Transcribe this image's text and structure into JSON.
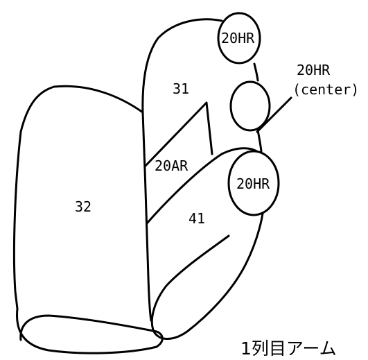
{
  "diagram": {
    "labels": {
      "part_31": "31",
      "part_32": "32",
      "part_41": "41",
      "part_20ar": "20AR",
      "hr_top": "20HR",
      "hr_center_line1": "20HR",
      "hr_center_line2": "(center)",
      "hr_lower": "20HR"
    },
    "caption": "1列目アーム",
    "line_color": "#000000",
    "background": "#ffffff"
  }
}
